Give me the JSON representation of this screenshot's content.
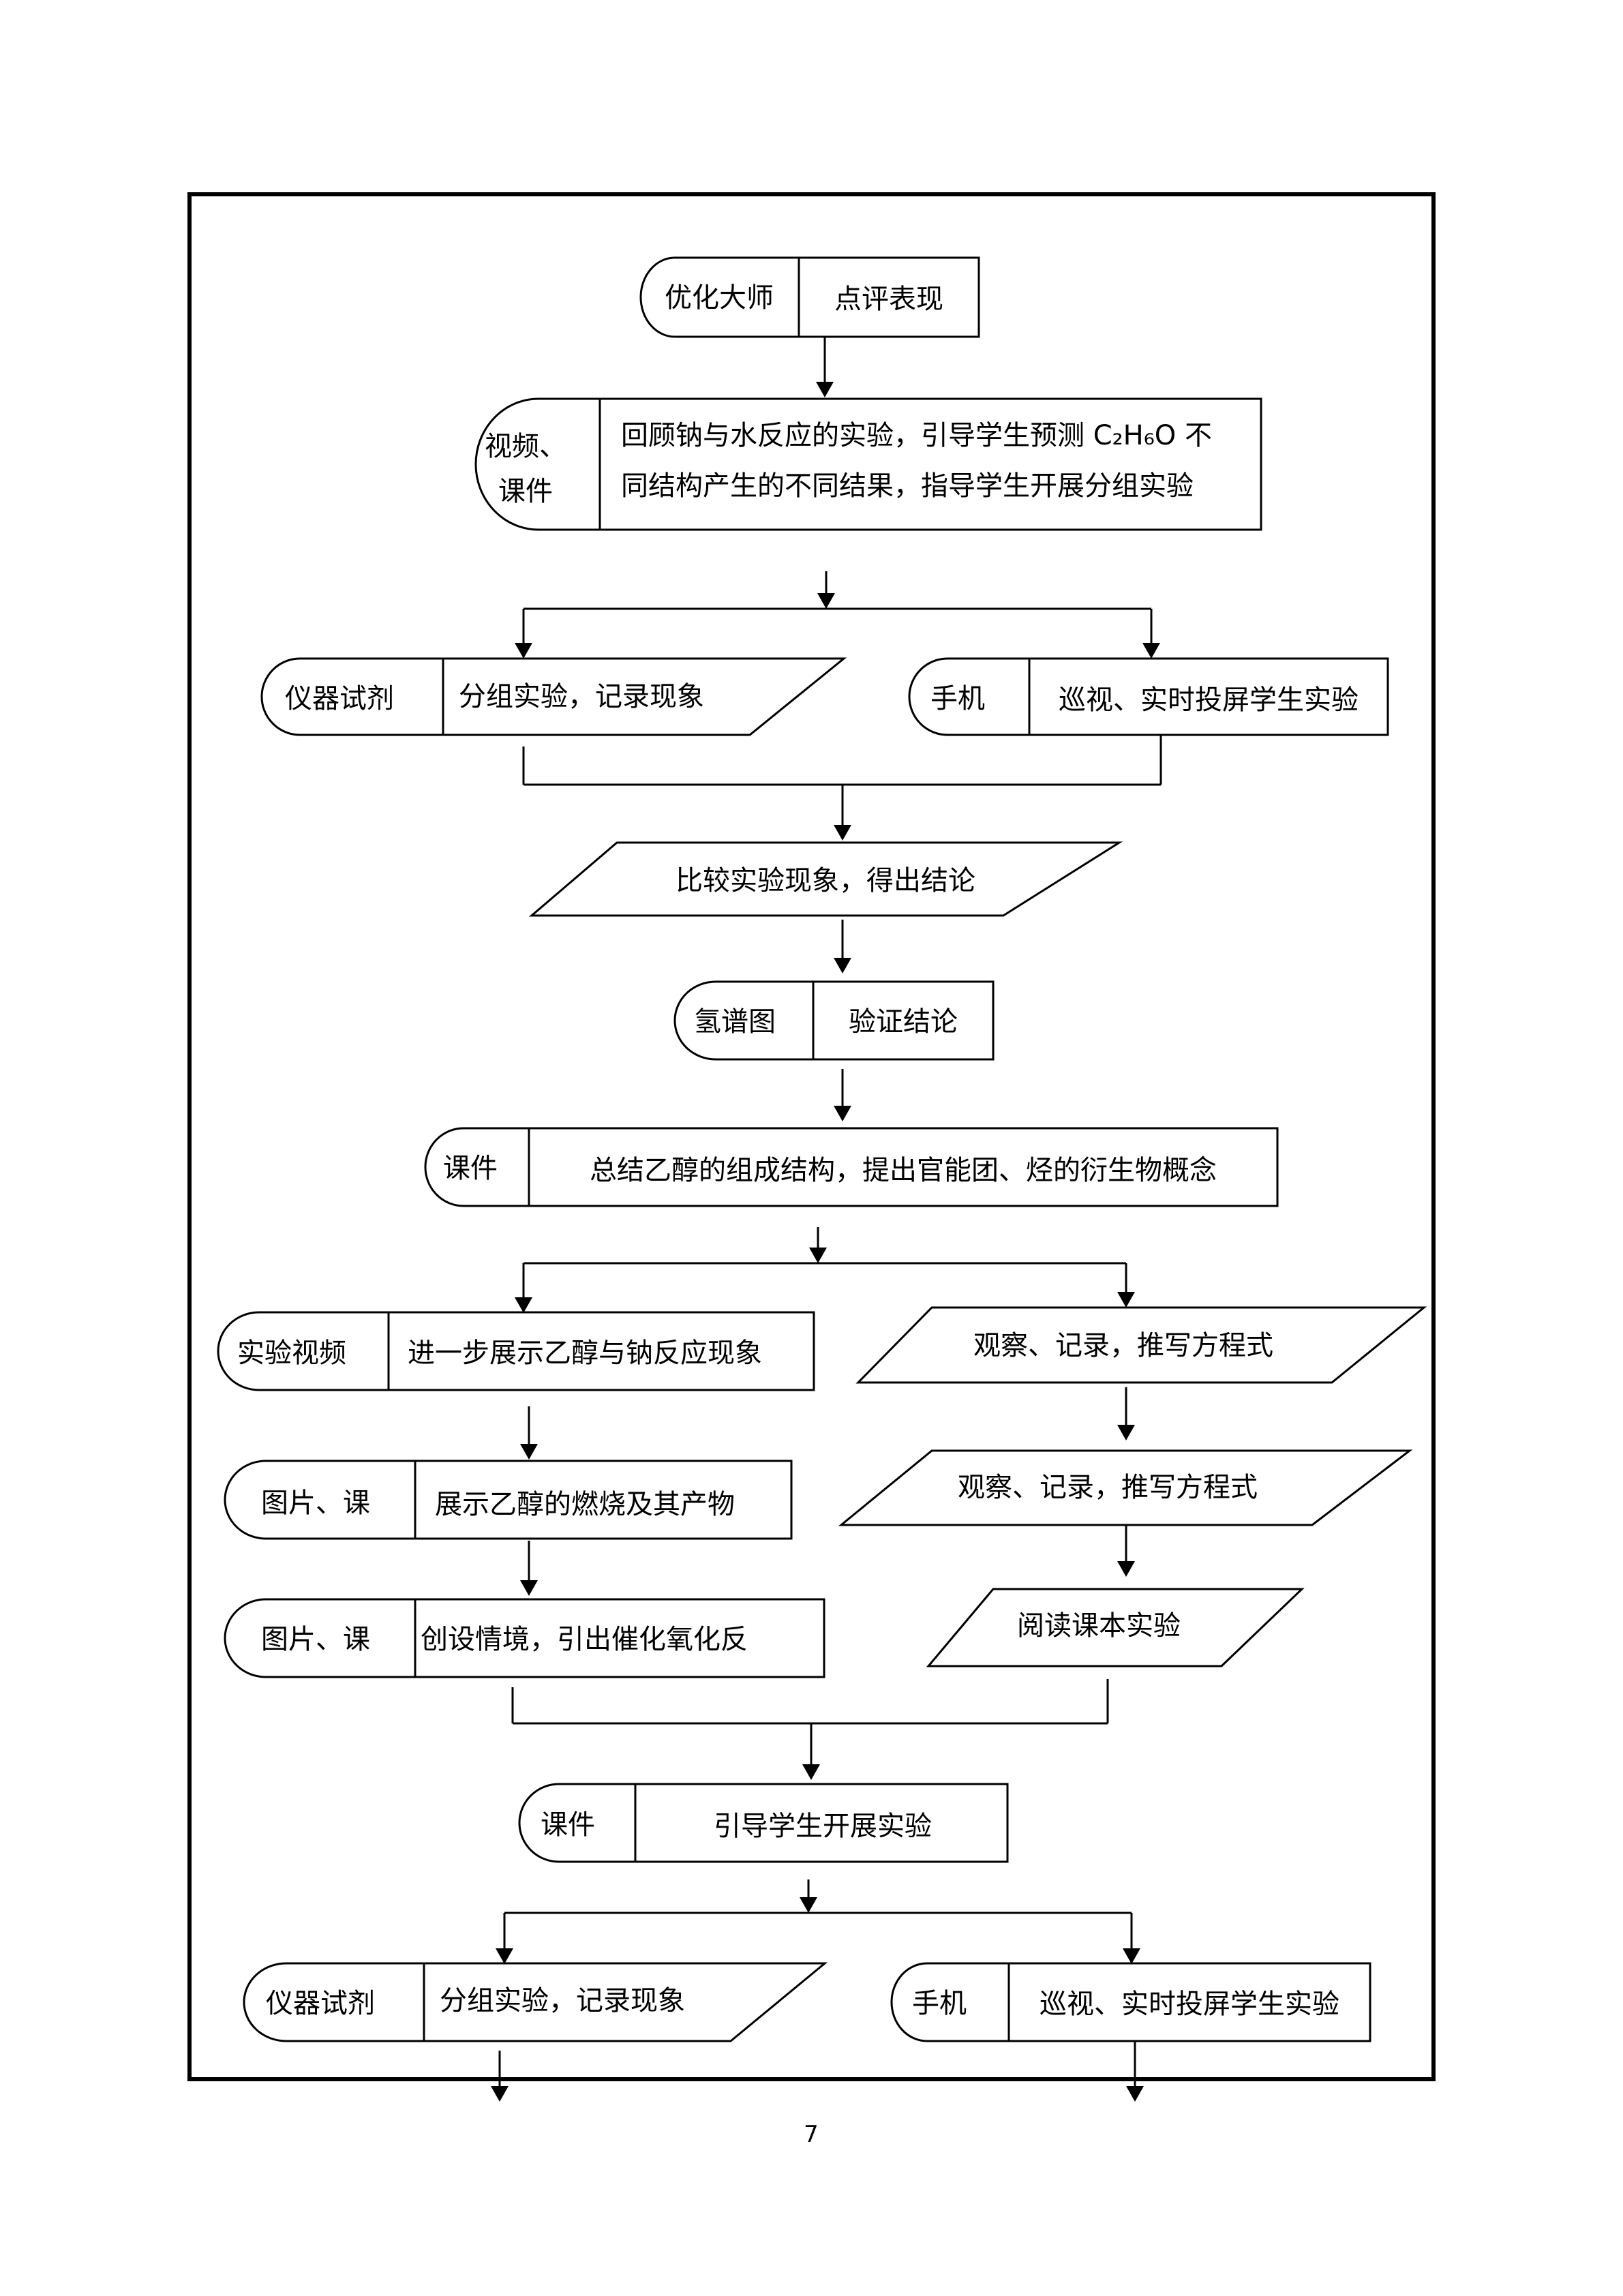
{
  "flow": {
    "step1": {
      "resource": "优化大师",
      "action": "点评表现"
    },
    "step2": {
      "resource_line1": "视频、",
      "resource_line2": "课件",
      "action_line1": "回顾钠与水反应的实验，引导学生预测 C₂H₆O 不",
      "action_line2": "同结构产生的不同结果，指导学生开展分组实验"
    },
    "step3_left": {
      "resource": "仪器试剂",
      "action": "分组实验，记录现象"
    },
    "step3_right": {
      "resource": "手机",
      "action": "巡视、实时投屏学生实验"
    },
    "step4": {
      "action": "比较实验现象，得出结论"
    },
    "step5": {
      "resource": "氢谱图",
      "action": "验证结论"
    },
    "step6": {
      "resource": "课件",
      "action": "总结乙醇的组成结构，提出官能团、烃的衍生物概念"
    },
    "step7_left": [
      {
        "resource": "实验视频",
        "action": "进一步展示乙醇与钠反应现象"
      },
      {
        "resource": "图片、课",
        "action": "展示乙醇的燃烧及其产物"
      },
      {
        "resource": "图片、课",
        "action": "创设情境，引出催化氧化反"
      }
    ],
    "step7_right": [
      {
        "action": "观察、记录，推写方程式"
      },
      {
        "action": "观察、记录，推写方程式"
      },
      {
        "action": "阅读课本实验"
      }
    ],
    "step8": {
      "resource": "课件",
      "action": "引导学生开展实验"
    },
    "step9_left": {
      "resource": "仪器试剂",
      "action": "分组实验，记录现象"
    },
    "step9_right": {
      "resource": "手机",
      "action": "巡视、实时投屏学生实验"
    }
  },
  "page_number": "7"
}
